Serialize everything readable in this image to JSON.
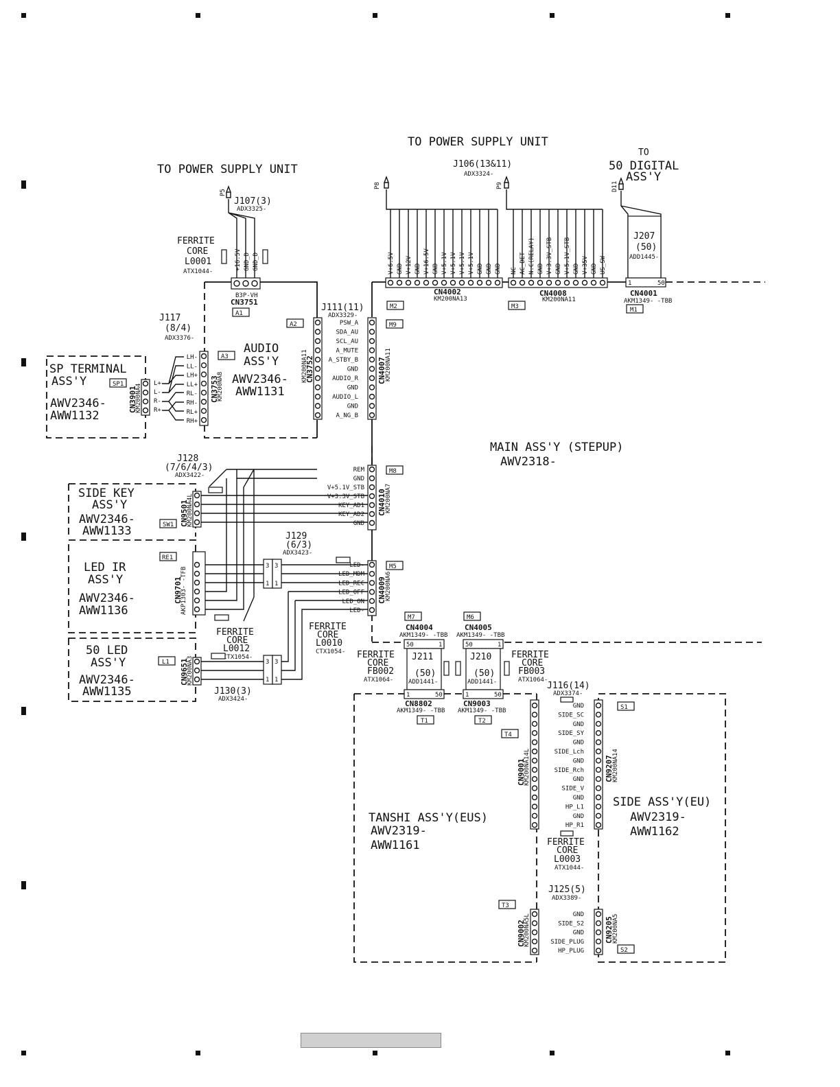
{
  "power_left": {
    "title": "TO POWER SUPPLY UNIT",
    "plug": "P5",
    "jack": "J107(3)",
    "part": "ADX3325-",
    "pins": [
      "+16.5V",
      "GND_D",
      "GND_D"
    ]
  },
  "ferrite_l0001": {
    "l1": "FERRITE",
    "l2": "CORE",
    "l3": "L0001",
    "part": "ATX1044-"
  },
  "cn3751": {
    "type": "B3P-VH",
    "name": "CN3751"
  },
  "power_top": {
    "title": "TO POWER SUPPLY UNIT",
    "jack": "J106(13&11)",
    "part": "ADX3324-",
    "plug_a": "P8",
    "plug_b": "P9"
  },
  "to_digital": {
    "l1": "TO",
    "l2": "50 DIGITAL",
    "l3": "ASS'Y",
    "plug": "D11"
  },
  "j207": {
    "name": "J207",
    "count": "(50)",
    "part": "ADD1445-",
    "pin1": "1",
    "pin50": "50"
  },
  "cn4001": {
    "name": "CN4001",
    "part": "AKM1349- -TBB",
    "tag": "M1"
  },
  "cn4002": {
    "name": "CN4002",
    "part": "KM200NA13",
    "tag": "M2",
    "pins": [
      "V+6.5V",
      "GND",
      "V+12V",
      "GND",
      "V+16.5V",
      "GND",
      "V+5.1V",
      "V+5.1V",
      "V+5.1V",
      "V+5.1V",
      "GND",
      "GND",
      "GND"
    ]
  },
  "cn4008": {
    "name": "CN4008",
    "part": "KM200NA11",
    "tag": "M3",
    "pins": [
      "NC",
      "AC_DET",
      "N.C(RELAY)",
      "GND",
      "V+3.3V_STB",
      "GND",
      "V+5.1V_STB",
      "GND",
      "V+35V",
      "GND",
      "US_SW"
    ]
  },
  "audio": {
    "l1": "AUDIO",
    "l2": "ASS'Y",
    "l3": "AWV2346-",
    "l4": "AWW1131",
    "tag_a1": "A1",
    "tag_a2": "A2",
    "tag_a3": "A3"
  },
  "j111": {
    "name": "J111(11)",
    "part": "ADX3329-"
  },
  "cn3752": {
    "name": "CN3752",
    "part": "KM200NA11"
  },
  "cn4007": {
    "name": "CN4007",
    "part": "KM200NA11",
    "tag": "M9",
    "pins": [
      "PSW_A",
      "SDA_AU",
      "SCL_AU",
      "A_MUTE",
      "A_STBY_B",
      "GND",
      "AUDIO_R",
      "GND",
      "AUDIO_L",
      "GND",
      "A_NG_B"
    ]
  },
  "j117": {
    "name": "J117",
    "count": "(8/4)",
    "part": "ADX3376-"
  },
  "cn3753": {
    "name": "CN3753",
    "part": "KM200NA8",
    "pins": [
      "LH-",
      "LL-",
      "LH+",
      "LL+",
      "RL-",
      "RH-",
      "RL+",
      "RH+"
    ]
  },
  "sp_terminal": {
    "l1": "SP TERMINAL",
    "l2": "ASS'Y",
    "l3": "AWV2346-",
    "l4": "AWW1132",
    "tag": "SP1"
  },
  "cn3901": {
    "name": "CN3901",
    "part": "KM200NA4",
    "pins": [
      "L+",
      "L-",
      "R-",
      "R+"
    ]
  },
  "main": {
    "l1": "MAIN ASS'Y (STEPUP)",
    "l2": "AWV2318-"
  },
  "j128": {
    "name": "J128",
    "count": "(7/6/4/3)",
    "part": "ADX3422-"
  },
  "cn4010": {
    "name": "CN4010",
    "part": "KM200NA7",
    "tag": "M8",
    "pins": [
      "REM",
      "GND",
      "V+5.1V_STB",
      "V+3.3V_STB",
      "KEY_AD1",
      "KEY_AD2",
      "GND"
    ]
  },
  "side_key": {
    "l1": "SIDE KEY",
    "l2": "ASS'Y",
    "l3": "AWV2346-",
    "l4": "AWW1133",
    "tag": "SW1"
  },
  "cn9501": {
    "name": "CN9501",
    "part": "KM200NA4L"
  },
  "j129": {
    "name": "J129",
    "count": "(6/3)",
    "part": "ADX3423-"
  },
  "cn4009": {
    "name": "CN4009",
    "part": "KM200NA6",
    "tag": "M5",
    "pins": [
      "LED-",
      "LED_MDM",
      "LED_REC",
      "LED_OFF",
      "LED_ON",
      "LED-"
    ]
  },
  "led_ir": {
    "l1": "LED IR",
    "l2": "ASS'Y",
    "l3": "AWV2346-",
    "l4": "AWW1136",
    "tag": "RE1"
  },
  "cn9701": {
    "name": "CN9701",
    "part": "AKP1303- -TFB"
  },
  "ferrite_l0012": {
    "l1": "FERRITE",
    "l2": "CORE",
    "l3": "L0012",
    "part": "CTX1054-"
  },
  "ferrite_l0010": {
    "l1": "FERRITE",
    "l2": "CORE",
    "l3": "L0010",
    "part": "CTX1054-"
  },
  "led50": {
    "l1": "50 LED",
    "l2": "ASS'Y",
    "l3": "AWV2346-",
    "l4": "AWW1135",
    "tag": "L1"
  },
  "cn9651": {
    "name": "CN9651",
    "part": "KM200NA3"
  },
  "j130": {
    "name": "J130(3)",
    "part": "ADX3424-"
  },
  "clip": {
    "a": "3",
    "b": "1"
  },
  "cn4004": {
    "name": "CN4004",
    "part": "AKM1349- -TBB",
    "tag": "M7"
  },
  "cn4005": {
    "name": "CN4005",
    "part": "AKM1349- -TBB",
    "tag": "M6"
  },
  "j211": {
    "name": "J211",
    "count": "(50)",
    "part": "ADD1441-",
    "p50": "50",
    "p1": "1"
  },
  "j210": {
    "name": "J210",
    "count": "(50)",
    "part": "ADD1441-",
    "p50": "50",
    "p1": "1"
  },
  "ferrite_fb002": {
    "l1": "FERRITE",
    "l2": "CORE",
    "l3": "FB002",
    "part": "ATX1064-"
  },
  "ferrite_fb003": {
    "l1": "FERRITE",
    "l2": "CORE",
    "l3": "FB003",
    "part": "ATX1064-"
  },
  "cn8802": {
    "name": "CN8802",
    "part": "AKM1349- -TBB",
    "tag": "T1"
  },
  "cn9003": {
    "name": "CN9003",
    "part": "AKM1349- -TBB",
    "tag": "T2"
  },
  "j116": {
    "name": "J116(14)",
    "part": "ADX3374-"
  },
  "cn9001": {
    "name": "CN9001",
    "part": "KM200NA14L",
    "tag": "T4"
  },
  "cn9207": {
    "name": "CN9207",
    "part": "KM200NA14",
    "tag": "S1",
    "pins": [
      "GND",
      "SIDE_SC",
      "GND",
      "SIDE_SY",
      "GND",
      "SIDE_Lch",
      "GND",
      "SIDE_Rch",
      "GND",
      "SIDE_V",
      "GND",
      "HP_L1",
      "GND",
      "HP_R1"
    ]
  },
  "tanshi": {
    "l1": "TANSHI ASS'Y(EUS)",
    "l2": "AWV2319-",
    "l3": "AWW1161"
  },
  "side_eu": {
    "l1": "SIDE ASS'Y(EU)",
    "l2": "AWV2319-",
    "l3": "AWW1162"
  },
  "ferrite_l0003": {
    "l1": "FERRITE",
    "l2": "CORE",
    "l3": "L0003",
    "part": "ATX1044-"
  },
  "j125": {
    "name": "J125(5)",
    "part": "ADX3389-"
  },
  "cn9002": {
    "name": "CN9002",
    "part": "KM200NA5L",
    "tag": "T3"
  },
  "cn9205": {
    "name": "CN9205",
    "part": "KM200NA5",
    "tag": "S2",
    "pins": [
      "GND",
      "SIDE_S2",
      "GND",
      "SIDE_PLUG",
      "HP_PLUG"
    ]
  }
}
